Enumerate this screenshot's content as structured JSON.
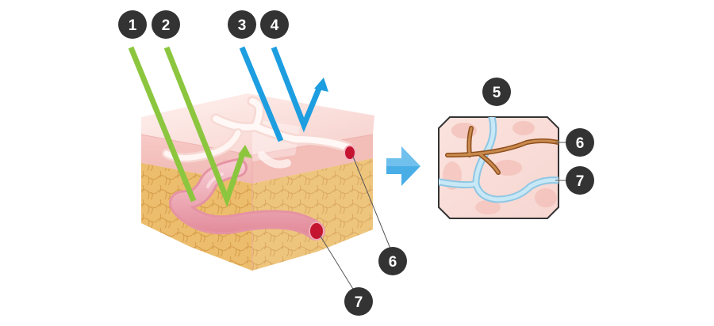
{
  "colors": {
    "beam_green": "#8cc63f",
    "beam_blue": "#1d9ee0",
    "badge_fill": "#333333",
    "arrow_right": "#4aaee6",
    "vessel_red": "#c4142f",
    "vein_blue": "#a9d8ee",
    "capillary_brown": "#b06a2e",
    "skin_pink": "#f6c7c4",
    "fat_yellow": "#e9b762"
  },
  "labels": {
    "b1": "1",
    "b2": "2",
    "b3": "3",
    "b4": "4",
    "b5": "5",
    "b6_main": "6",
    "b7_main": "7",
    "b6_inset": "6",
    "b7_inset": "7"
  },
  "icons": {
    "transition_arrow": "right-arrow-icon",
    "laser_reflection": "up-right-arrow-icon"
  }
}
